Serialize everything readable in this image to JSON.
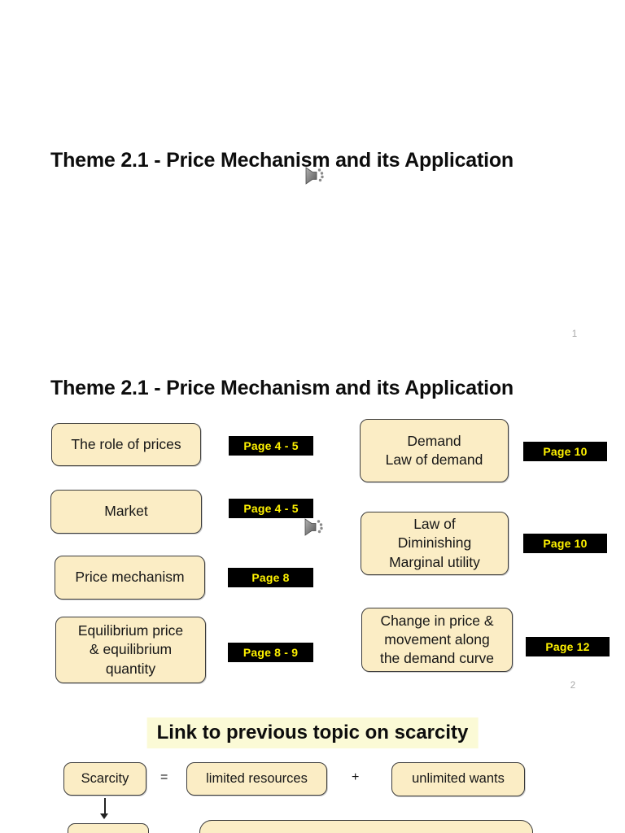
{
  "colors": {
    "topic_box_fill": "#FBEDC5",
    "topic_box_border": "#3C3C3C",
    "badge_bg": "#000000",
    "badge_text": "#FFF200",
    "title_highlight_bg": "#FBFAD6",
    "page_number_gray": "#A8A8A8",
    "speaker_icon_gray": "#8A8A8A"
  },
  "slide1": {
    "title": "Theme 2.1 - Price Mechanism and its Application",
    "speaker_icon": "speaker-icon",
    "page_number": "1"
  },
  "slide2": {
    "title": "Theme 2.1 - Price Mechanism and its Application",
    "speaker_icon": "speaker-icon",
    "page_number": "2",
    "left_items": [
      {
        "label": "The role of prices",
        "page": "Page 4 - 5"
      },
      {
        "label": "Market",
        "page": "Page 4 - 5"
      },
      {
        "label": "Price mechanism",
        "page": "Page 8"
      },
      {
        "label": "Equilibrium price\n& equilibrium\nquantity",
        "page": "Page 8 - 9"
      }
    ],
    "right_items": [
      {
        "label": "Demand\nLaw of demand",
        "page": "Page 10"
      },
      {
        "label": "Law of\nDiminishing\nMarginal utility",
        "page": "Page 10"
      },
      {
        "label": "Change in price &\nmovement along\nthe demand curve",
        "page": "Page 12"
      }
    ]
  },
  "slide3": {
    "title": "Link to previous topic on scarcity",
    "equation": {
      "term1": "Scarcity",
      "op1": "=",
      "term2": "limited resources",
      "op2": "+",
      "term3": "unlimited wants"
    }
  }
}
